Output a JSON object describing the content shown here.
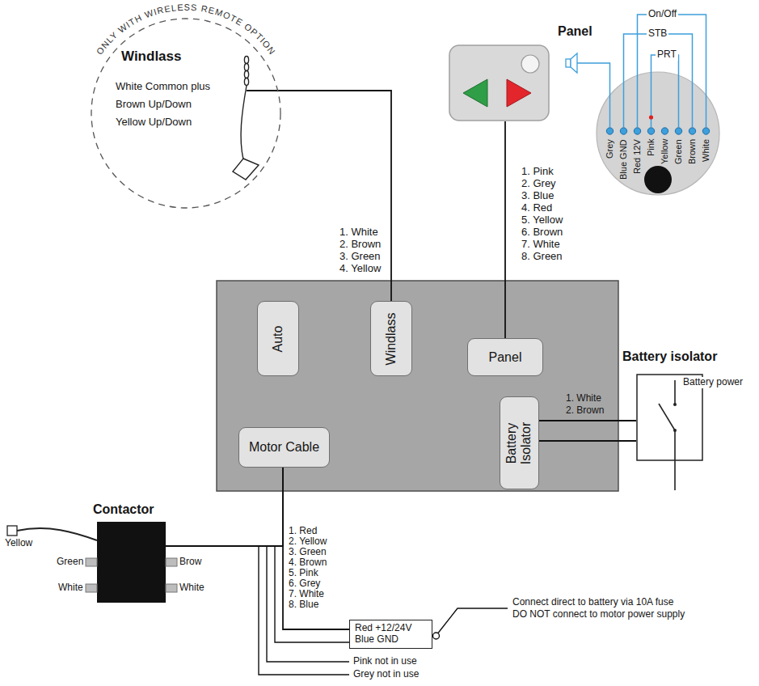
{
  "diagram": {
    "nodes": [
      {
        "text": [
          "ONLY WITH WIRELESS REMOTE OPTION",
          "Windlass",
          "White Common plus",
          "Brown Up/Down",
          "Yellow Up/Down"
        ]
      },
      {
        "text": [
          "Panel"
        ]
      },
      {
        "text": [
          "Grey",
          "Blue GND",
          "Red 12V",
          "Pink",
          "Yellow",
          "Green",
          "Brown",
          "White"
        ]
      },
      {
        "text": [
          "Auto"
        ]
      },
      {
        "text": [
          "Windlass"
        ]
      },
      {
        "text": [
          "Panel"
        ]
      },
      {
        "text": [
          "Battery Isolator"
        ]
      },
      {
        "text": [
          "Motor Cable"
        ]
      },
      {
        "text": [
          "Battery isolator"
        ]
      },
      {
        "text": [
          "Contactor"
        ]
      },
      {
        "text": [
          "Red +12/24V",
          "Blue GND"
        ]
      }
    ],
    "edges": [
      {
        "from": 0,
        "to": 4,
        "arrow": "none"
      },
      {
        "from": 1,
        "to": 5,
        "arrow": "none"
      },
      {
        "from": 6,
        "to": 8,
        "arrow": "none"
      },
      {
        "from": 6,
        "to": 8,
        "arrow": "none"
      },
      {
        "from": 7,
        "to": 9,
        "arrow": "none"
      },
      {
        "from": 7,
        "to": 10,
        "arrow": "none"
      }
    ],
    "labels": [
      "1. White",
      "2. Brown",
      "3. Green",
      "4. Yellow",
      "1. Pink",
      "2. Grey",
      "3. Blue",
      "4. Red",
      "5. Yellow",
      "6. Brown",
      "7. White",
      "8. Green",
      "On/Off",
      "STB",
      "PRT",
      "1. White",
      "2. Brown",
      "Battery power",
      "1. Red",
      "2. Yellow",
      "3. Green",
      "4. Brown",
      "5. Pink",
      "6. Grey",
      "7. White",
      "8. Blue",
      "Yellow",
      "Green",
      "White",
      "Brow",
      "White",
      "Connect direct to battery via 10A fuse",
      "DO NOT connect to motor power supply",
      "Pink not in use",
      "Grey not in use"
    ]
  }
}
